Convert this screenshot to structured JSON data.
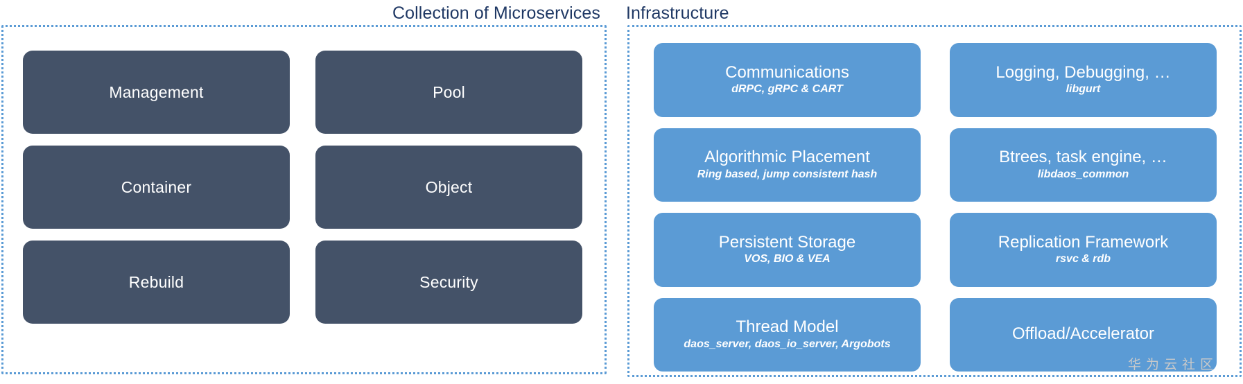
{
  "diagram": {
    "title_left": "Collection of Microservices",
    "title_right": "Infrastructure",
    "watermark": "华为云社区",
    "colors": {
      "panel_border": "#5b9bd5",
      "title_text": "#1f3864",
      "microservice_box": "#445268",
      "infrastructure_box": "#5b9bd5",
      "box_text": "#ffffff",
      "watermark_text": "#c9c9c9",
      "background": "#ffffff"
    }
  },
  "microservices": {
    "label": "Collection of Microservices",
    "boxes": [
      {
        "label": "Management"
      },
      {
        "label": "Pool"
      },
      {
        "label": "Container"
      },
      {
        "label": "Object"
      },
      {
        "label": "Rebuild"
      },
      {
        "label": "Security"
      }
    ]
  },
  "infrastructure": {
    "label": "Infrastructure",
    "boxes": [
      {
        "label": "Communications",
        "sublabel": "dRPC, gRPC & CART"
      },
      {
        "label": "Logging, Debugging, …",
        "sublabel": "libgurt"
      },
      {
        "label": "Algorithmic Placement",
        "sublabel": "Ring based, jump consistent hash"
      },
      {
        "label": "Btrees, task engine, …",
        "sublabel": "libdaos_common"
      },
      {
        "label": "Persistent Storage",
        "sublabel": "VOS, BIO & VEA"
      },
      {
        "label": "Replication Framework",
        "sublabel": "rsvc & rdb"
      },
      {
        "label": "Thread Model",
        "sublabel": "daos_server, daos_io_server, Argobots"
      },
      {
        "label": "Offload/Accelerator",
        "sublabel": ""
      }
    ]
  }
}
